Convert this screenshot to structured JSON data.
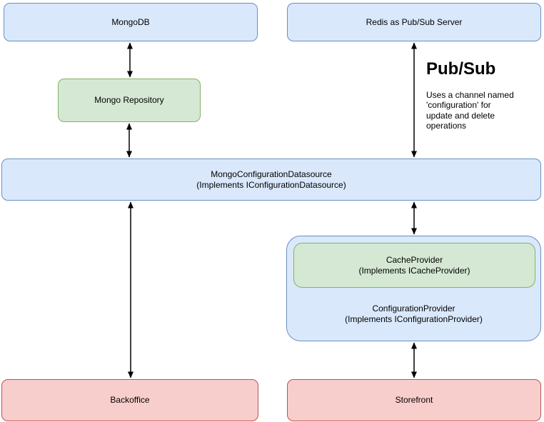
{
  "nodes": {
    "mongodb": {
      "label": "MongoDB"
    },
    "redis": {
      "label": "Redis as Pub/Sub Server"
    },
    "mongo_repository": {
      "label": "Mongo Repository"
    },
    "mongo_configuration_datasource": {
      "title": "MongoConfigurationDatasource",
      "subtitle": "(Implements IConfigurationDatasource)"
    },
    "cache_provider": {
      "title": "CacheProvider",
      "subtitle": "(Implements ICacheProvider)"
    },
    "configuration_provider": {
      "title": "ConfigurationProvider",
      "subtitle": "(Implements IConfigurationProvider)"
    },
    "backoffice": {
      "label": "Backoffice"
    },
    "storefront": {
      "label": "Storefront"
    }
  },
  "annotations": {
    "pubsub_title": "Pub/Sub",
    "pubsub_note": "Uses a channel named 'configuration' for update and delete operations"
  },
  "edges": [
    {
      "from": "MongoDB",
      "to": "Mongo Repository",
      "type": "bidirectional"
    },
    {
      "from": "Mongo Repository",
      "to": "MongoConfigurationDatasource",
      "type": "bidirectional"
    },
    {
      "from": "Redis as Pub/Sub Server",
      "to": "MongoConfigurationDatasource",
      "type": "bidirectional",
      "label": "Pub/Sub"
    },
    {
      "from": "MongoConfigurationDatasource",
      "to": "Backoffice",
      "type": "bidirectional"
    },
    {
      "from": "MongoConfigurationDatasource",
      "to": "ConfigurationProvider",
      "type": "bidirectional"
    },
    {
      "from": "ConfigurationProvider",
      "to": "Storefront",
      "type": "bidirectional"
    }
  ],
  "colors": {
    "blue_fill": "#dae8fc",
    "blue_border": "#6c8ebf",
    "green_fill": "#d5e8d4",
    "green_border": "#82b366",
    "red_fill": "#f8cecc",
    "red_border": "#b85450",
    "arrow": "#000000",
    "background": "#ffffff"
  }
}
